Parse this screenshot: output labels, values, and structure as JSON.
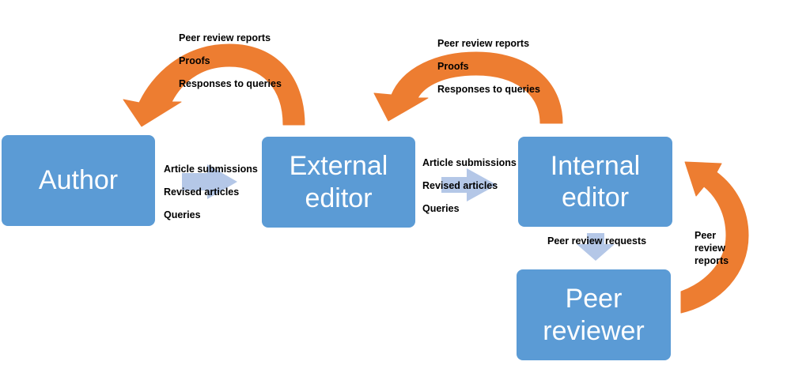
{
  "nodes": {
    "author": {
      "lines": [
        "Author"
      ]
    },
    "external_editor": {
      "lines": [
        "External",
        "editor"
      ]
    },
    "internal_editor": {
      "lines": [
        "Internal",
        "editor"
      ]
    },
    "peer_reviewer": {
      "lines": [
        "Peer",
        "reviewer"
      ]
    }
  },
  "edges": {
    "author_to_external": {
      "items": [
        "Article submissions",
        "Revised articles",
        "Queries"
      ]
    },
    "external_to_author": {
      "items": [
        "Peer review reports",
        "Proofs",
        "Responses to queries"
      ]
    },
    "external_to_internal": {
      "items": [
        "Article submissions",
        "Revised articles",
        "Queries"
      ]
    },
    "internal_to_external": {
      "items": [
        "Peer review reports",
        "Proofs",
        "Responses to queries"
      ]
    },
    "internal_to_reviewer": {
      "items": [
        "Peer review requests"
      ]
    },
    "reviewer_to_internal": {
      "items": [
        "Peer",
        "review",
        "reports"
      ]
    }
  },
  "colors": {
    "node_fill": "#5b9bd5",
    "node_text": "#ffffff",
    "return_arrow": "#ed7d31",
    "forward_arrow": "#b4c7e7"
  }
}
